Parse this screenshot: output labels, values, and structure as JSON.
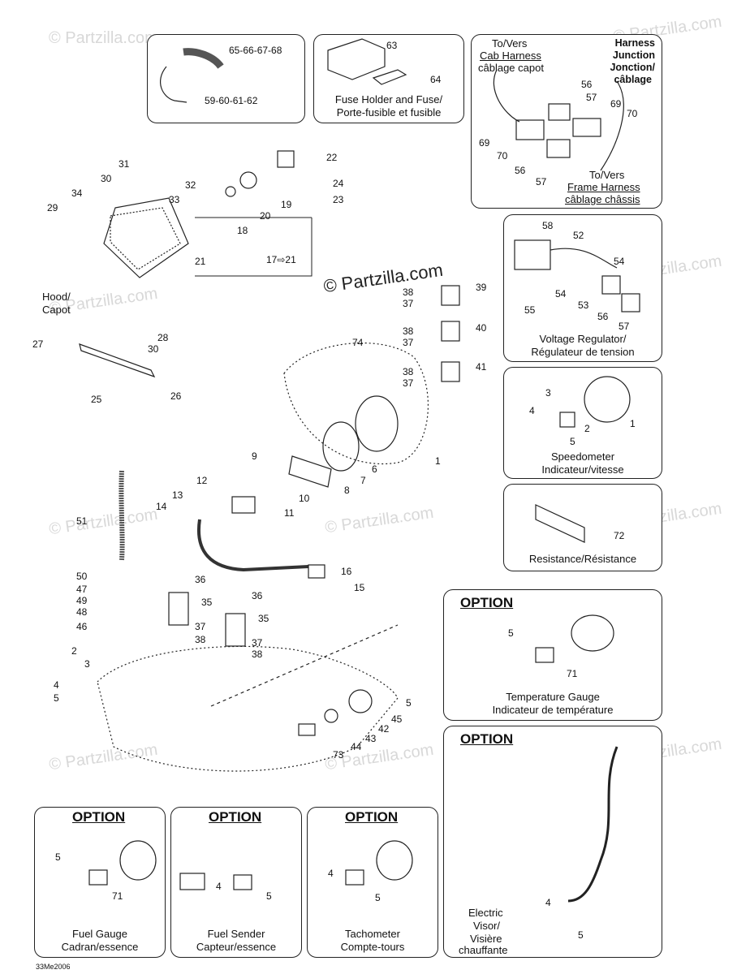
{
  "watermark": "© Partzilla.com",
  "drawing_code": "33Me2006",
  "callouts": {
    "tie_tube": [
      "65-66-67-68",
      "59-60-61-62"
    ],
    "fuse": [
      "63",
      "64"
    ],
    "harness": [
      "56",
      "57",
      "69",
      "70",
      "69",
      "70",
      "56",
      "57"
    ],
    "headlight": [
      "31",
      "30",
      "32",
      "33",
      "34",
      "29",
      "22",
      "24",
      "23",
      "19",
      "20",
      "18",
      "21",
      "17⇨21"
    ],
    "hood": [
      "28",
      "30",
      "27",
      "25",
      "26"
    ],
    "center": [
      "38",
      "37",
      "39",
      "38",
      "37",
      "40",
      "38",
      "37",
      "41",
      "74",
      "1",
      "9",
      "6",
      "7",
      "8",
      "10",
      "11",
      "12",
      "13",
      "14",
      "51",
      "16",
      "15",
      "36",
      "35",
      "36",
      "35",
      "37",
      "38",
      "37",
      "38",
      "50",
      "47",
      "49",
      "48",
      "46",
      "2",
      "3",
      "4",
      "5",
      "5",
      "45",
      "42",
      "43",
      "44",
      "73"
    ],
    "regulator": [
      "58",
      "52",
      "54",
      "54",
      "55",
      "53",
      "56",
      "57"
    ],
    "speedo": [
      "3",
      "4",
      "2",
      "5",
      "1"
    ],
    "resistance": [
      "72"
    ],
    "temp": [
      "5",
      "71"
    ],
    "fuel_gauge": [
      "5",
      "71"
    ],
    "fuel_sender": [
      "4",
      "5"
    ],
    "tach": [
      "4",
      "5"
    ],
    "visor": [
      "4",
      "5"
    ]
  },
  "boxes": {
    "tie_tube": {},
    "fuse": {
      "caption_line1": "Fuse Holder and Fuse/",
      "caption_line2": "Porte-fusible et fusible"
    },
    "harness": {
      "top_left_1": "To/Vers",
      "top_left_2": "Cab Harness",
      "top_left_3": "câblage capot",
      "top_right_1": "Harness",
      "top_right_2": "Junction",
      "top_right_3": "Jonction/",
      "top_right_4": "câblage",
      "bottom_1": "To/Vers",
      "bottom_2": "Frame Harness",
      "bottom_3": "câblage châssis"
    },
    "regulator": {
      "caption_line1": "Voltage Regulator/",
      "caption_line2": "Régulateur de tension"
    },
    "speedo": {
      "caption_line1": "Speedometer",
      "caption_line2": "Indicateur/vitesse"
    },
    "resistance": {
      "caption": "Resistance/Résistance"
    },
    "temp": {
      "option": "OPTION",
      "caption_line1": "Temperature Gauge",
      "caption_line2": "Indicateur de température"
    },
    "visor": {
      "option": "OPTION",
      "caption_line1": "Electric",
      "caption_line2": "Visor/",
      "caption_line3": "Visière",
      "caption_line4": "chauffante"
    },
    "fuel_gauge": {
      "option": "OPTION",
      "caption_line1": "Fuel Gauge",
      "caption_line2": "Cadran/essence"
    },
    "fuel_sender": {
      "option": "OPTION",
      "caption_line1": "Fuel Sender",
      "caption_line2": "Capteur/essence"
    },
    "tach": {
      "option": "OPTION",
      "caption_line1": "Tachometer",
      "caption_line2": "Compte-tours"
    }
  },
  "hood_label_1": "Hood/",
  "hood_label_2": "Capot"
}
